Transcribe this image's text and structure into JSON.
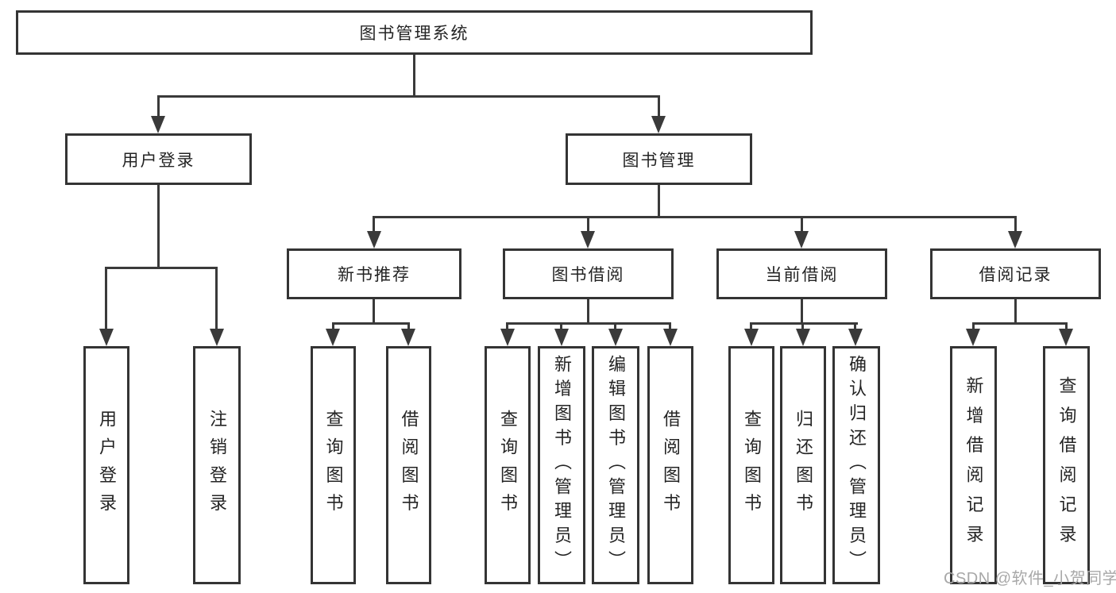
{
  "diagram": {
    "root": {
      "label": "图书管理系统",
      "children": [
        {
          "label": "用户登录",
          "children": [
            {
              "label": "用户登录"
            },
            {
              "label": "注销登录"
            }
          ]
        },
        {
          "label": "图书管理",
          "children": [
            {
              "label": "新书推荐",
              "children": [
                {
                  "label": "查询图书"
                },
                {
                  "label": "借阅图书"
                }
              ]
            },
            {
              "label": "图书借阅",
              "children": [
                {
                  "label": "查询图书"
                },
                {
                  "label": "新增图书（管理员）"
                },
                {
                  "label": "编辑图书（管理员）"
                },
                {
                  "label": "借阅图书"
                }
              ]
            },
            {
              "label": "当前借阅",
              "children": [
                {
                  "label": "查询图书"
                },
                {
                  "label": "归还图书"
                },
                {
                  "label": "确认归还（管理员）"
                }
              ]
            },
            {
              "label": "借阅记录",
              "children": [
                {
                  "label": "新增借阅记录"
                },
                {
                  "label": "查询借阅记录"
                }
              ]
            }
          ]
        }
      ]
    },
    "watermark": "CSDN @软件_小贺同学",
    "colors": {
      "line": "#3a3a3a",
      "border": "#343434",
      "text": "#242424",
      "watermark": "#a8a8a8",
      "background": "#ffffff"
    }
  }
}
